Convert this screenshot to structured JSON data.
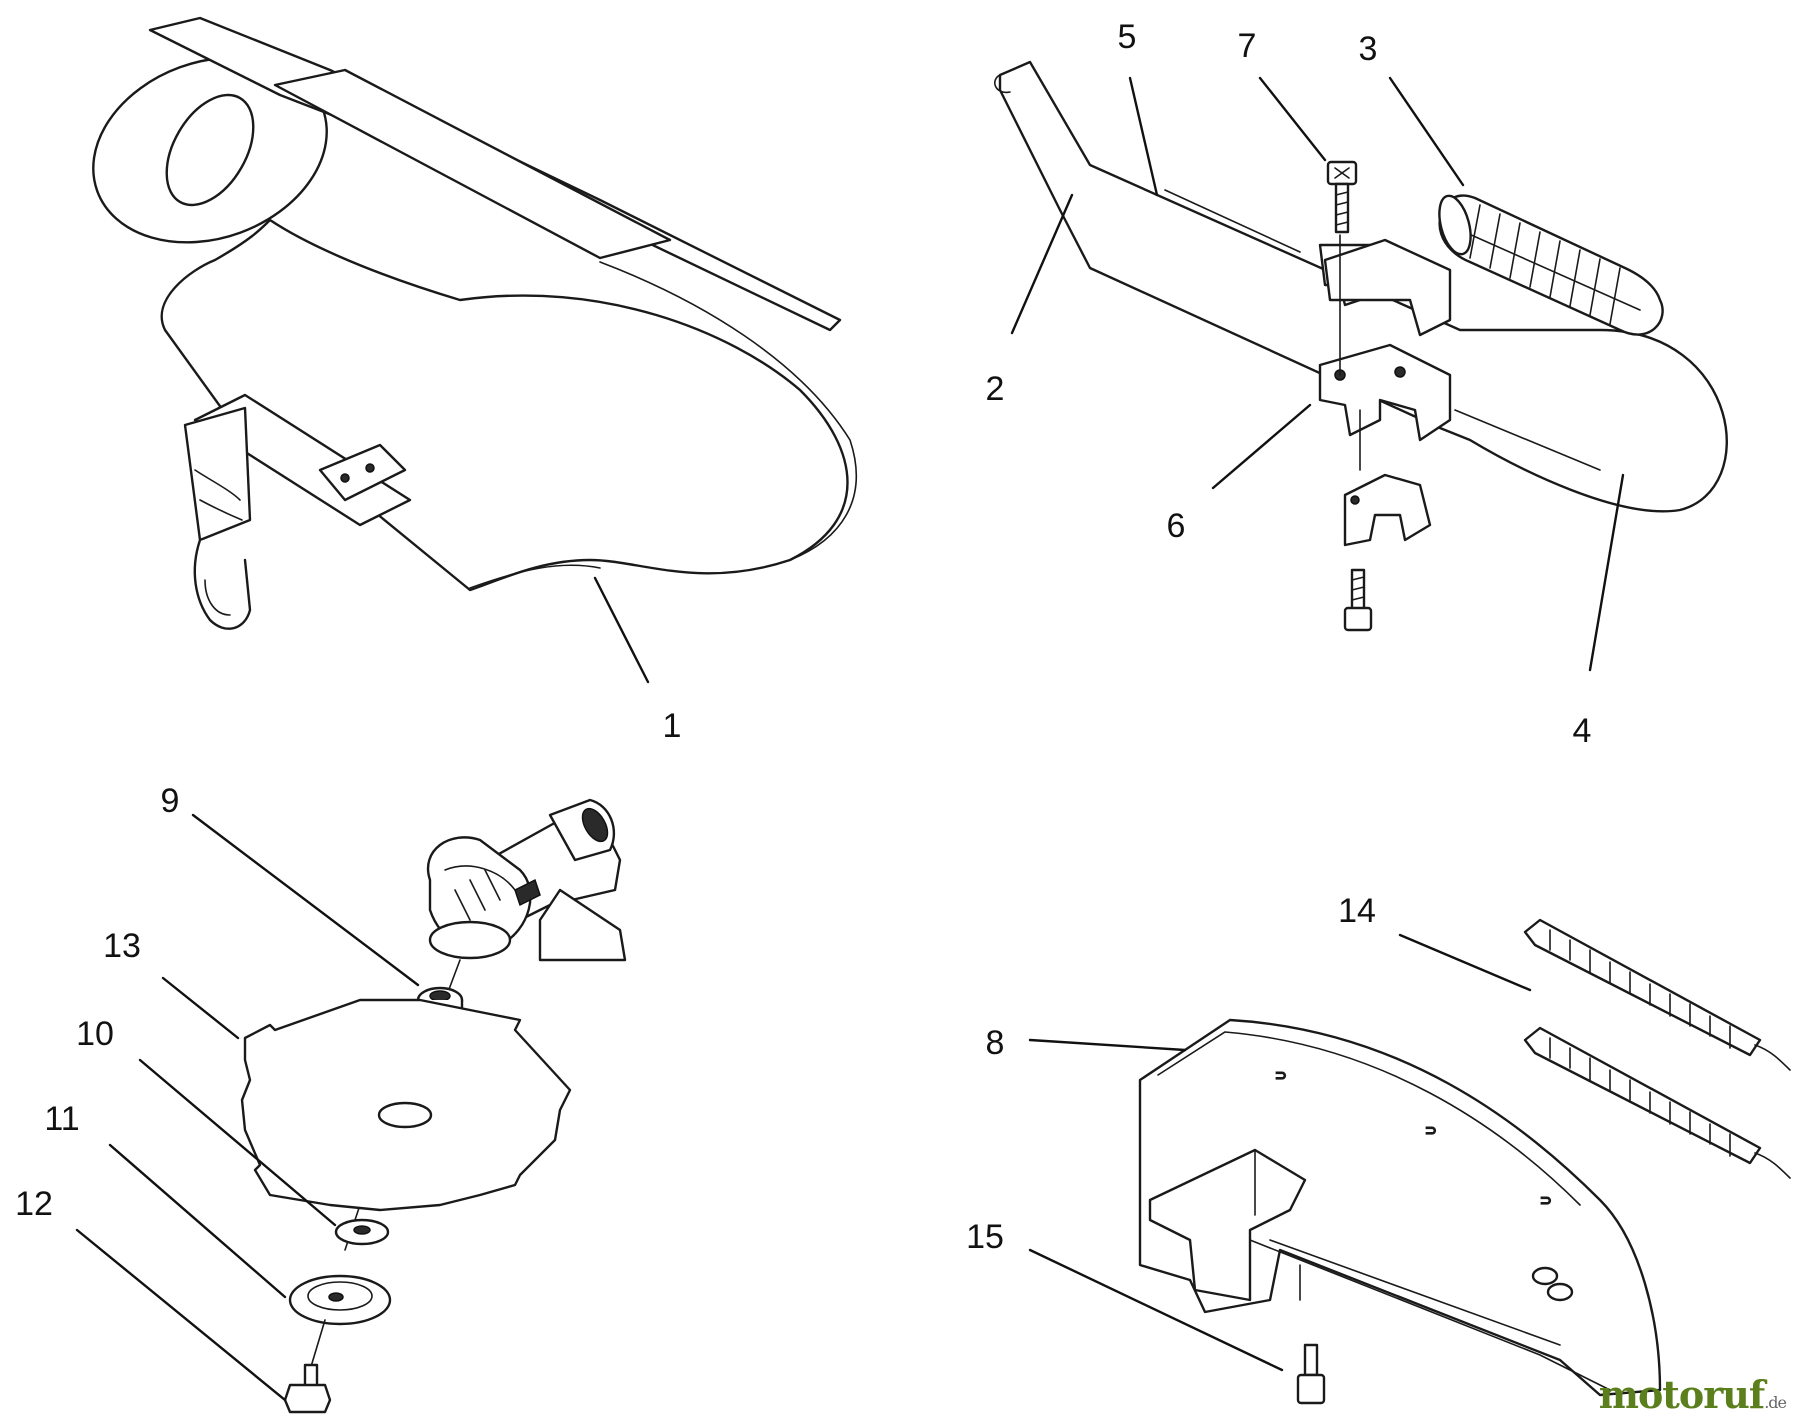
{
  "callouts": [
    {
      "id": "1",
      "label": "1"
    },
    {
      "id": "2",
      "label": "2"
    },
    {
      "id": "3",
      "label": "3"
    },
    {
      "id": "4",
      "label": "4"
    },
    {
      "id": "5",
      "label": "5"
    },
    {
      "id": "6",
      "label": "6"
    },
    {
      "id": "7",
      "label": "7"
    },
    {
      "id": "8",
      "label": "8"
    },
    {
      "id": "9",
      "label": "9"
    },
    {
      "id": "10",
      "label": "10"
    },
    {
      "id": "11",
      "label": "11"
    },
    {
      "id": "12",
      "label": "12"
    },
    {
      "id": "13",
      "label": "13"
    },
    {
      "id": "14",
      "label": "14"
    },
    {
      "id": "15",
      "label": "15"
    }
  ],
  "watermark": {
    "main": "motoruf",
    "suffix": ".de",
    "color": "#5a7f1c"
  }
}
